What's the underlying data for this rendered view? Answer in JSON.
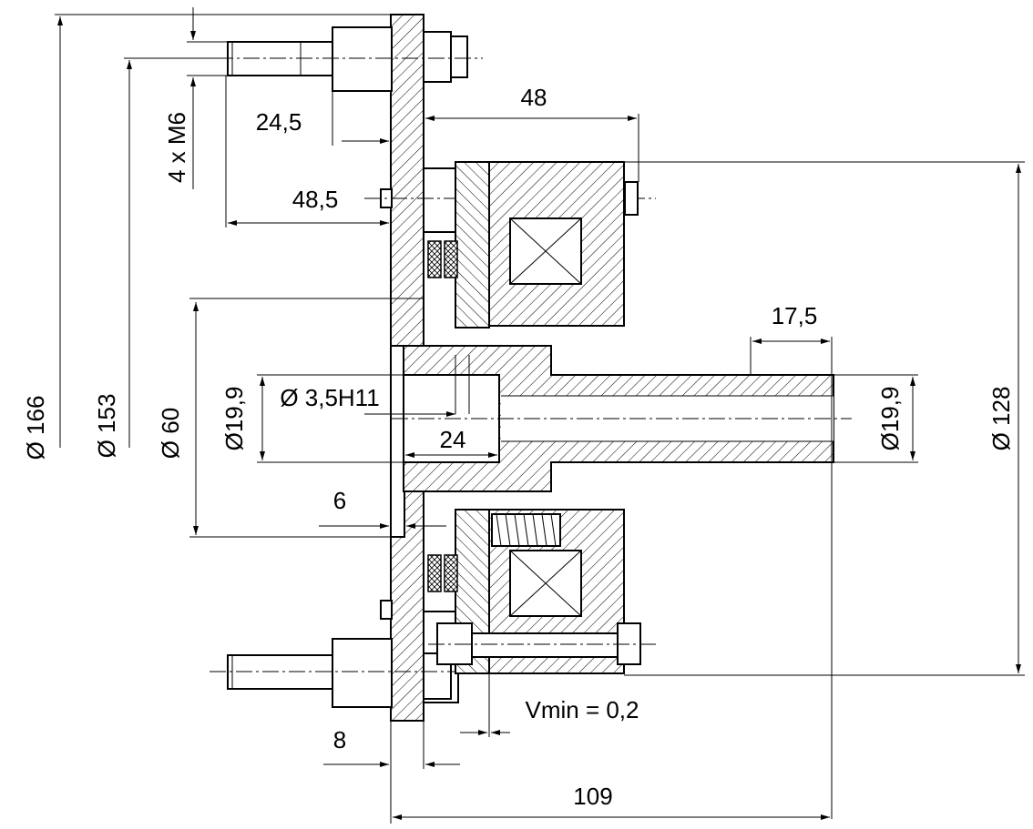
{
  "drawing": {
    "dimensions": {
      "dia_166": "Ø 166",
      "dia_153": "Ø 153",
      "dia_60": "Ø 60",
      "dia_19_9_left": "Ø19,9",
      "dia_19_9_right": "Ø19,9",
      "dia_128": "Ø 128",
      "thread": "4 x M6",
      "len_24_5": "24,5",
      "len_48_5": "48,5",
      "len_48": "48",
      "len_17_5": "17,5",
      "pin_hole": "Ø 3,5H11",
      "len_24": "24",
      "len_6": "6",
      "len_8": "8",
      "air_gap": "Vmin = 0,2",
      "len_109": "109"
    }
  }
}
